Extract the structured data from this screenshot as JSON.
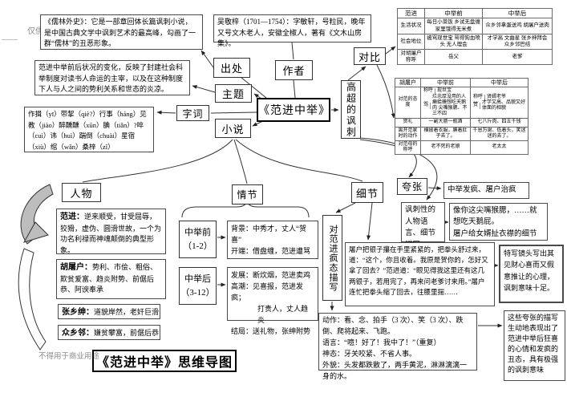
{
  "watermarks": {
    "top": "仅供个人参考",
    "dash": "——",
    "bottom": "不得用于商业用途"
  },
  "central_label": "《范进中举》",
  "title_label": "《范进中举》思维导图",
  "nodes": {
    "chuchu": "出处",
    "zuozhe": "作者",
    "zhuti": "主题",
    "zici": "字词",
    "xiaoshuo": "小说",
    "duibi": "对比",
    "fengci": "高超的讽刺",
    "renwu": "人物",
    "qingjie": "情节",
    "xijie": "细节",
    "kuazhang": "夸张",
    "fengtai": "对范进疯态描写",
    "satire_desc": "讽刺性的人物语言、细节描写"
  },
  "intro": {
    "rulin": "《儒林外史》：它是一部章回体长篇讽刺小说，是中国古典文学中讽刺艺术的最高峰，勾画了一群“儒林”的丑恶形象。",
    "theme": "范进中举前后状况的变化，反映了封建社会科举制度对读书人命运的主宰，以及在这种制度下人与人之间的势利关系和世态的炎凉。",
    "author": "吴敬梓（1701—1754）：字敏轩，号粒民，晚年又号文木老人，安徽全椒人，著有《文木山房集》。",
    "words": "作揖（yī）带挈（qiè?）行事（háng）见教（jiào）醉醺醺（xūn）腆（tiǎn）?啐（cuì）讳（huì）踹倒（chuài）星宿（xiù）绾（wǎn）桑梓（zǐ）"
  },
  "characters": [
    {
      "name": "范进：",
      "desc": "逆来顺受，甘受屈辱，狡猾，虚伪、圆滑世故，一个为功名利禄而神魂颠倒的典型形象。"
    },
    {
      "name": "胡屠户：",
      "desc": "势利、市侩、粗俗、欺贫爱富、趋炎附势、前倨后恭、阿谀奉承"
    },
    {
      "name": "张乡绅：",
      "desc": "道貌岸然，老奸巨滑"
    },
    {
      "name": "众乡邻：",
      "desc": "嫌贫攀富，前倨后恭"
    }
  ],
  "plot": {
    "before_label": "中举前",
    "before_range": "（1-2）",
    "before_lines": [
      "背景：中秀才，丈人“贺喜”",
      "开端：借盘缠，范进遭骂"
    ],
    "after_label": "中举后",
    "after_range": "（3-12）",
    "after_lines": [
      "发展：断炊烟，范进卖鸡",
      "高潮：见喜报，范进发疯；",
      "打贵人，丈人趋炎",
      "结局：送礼物，张绅附势"
    ]
  },
  "table_fanjin": {
    "headers": [
      "范进",
      "中举前",
      "中举后"
    ],
    "rows": [
      {
        "label": "生活状况",
        "before": "每日小菜饭 乡试无盘缠 家里饿得无米煮",
        "after": "众乡邻拿蛋送鸡 胡屠户送肉"
      },
      {
        "label": "社会地位",
        "before": "被骂现世宝 骂得狗血喷头 无人理会",
        "after": "才学高 文曲星 张乡绅拜会 众乡邻巴结"
      },
      {
        "label": "对胡屠户称呼",
        "before": "岳父",
        "after": "老爹"
      }
    ]
  },
  "table_hutuhu": {
    "headers": [
      "胡屠户",
      "中举前",
      "中举后"
    ],
    "attitude": {
      "label": "对范的态度",
      "before_call_label": "称呼",
      "before_call": "现世宝",
      "before_verb": "骂",
      "before_text": "烂忠厚没用的人 癞蛤蟆想吃天鹅肉 尖嘴猴腮、不三不四",
      "after_call_label": "称呼",
      "after_call": "贤婿老爷",
      "after_verb": "赞",
      "after_text": "才学又高、品貌又好 体面的相貌"
    },
    "rows": [
      {
        "label": "贺礼",
        "before": "一副大肠一瓶酒",
        "after": "七八斤肉、四五千钱"
      },
      {
        "label": "离开范家时的动作",
        "before": "横披着衣服，腆着肚子去了。",
        "after": "千恩万谢、低着头，笑迷迷的去了。"
      },
      {
        "label": "对范母的称呼",
        "before": "老不死的老娘",
        "after": "老太太"
      }
    ]
  },
  "satire": {
    "exaggeration_result": "中举发疯、屠户治疯",
    "example_line1": "像你这尖嘴猴腮，……就想吃天鹅屁。",
    "example_line2": "屠户给女婿扯衣襟的细节"
  },
  "details": {
    "madness_lines": [
      "动作：看、念、拍手（3 次）、笑（3 次）、跌倒、爬将起来、飞跑。",
      "语言：“噫！好了！我中了！”（重复）",
      "神态：牙关咬紧、不省人事。",
      "外貌：头发都跌散了，两手黄泥，淋淋漓漓一身的水。"
    ],
    "butcher_quote": "屠户把银子攥在手里紧紧的，把拳头舒过来，道：“这个，你且收着。我原是贺你的，怎好又拿了回去？”范进道：“眼见得我这里还有这几两银子，若用完了，再来问老爹讨来用。”屠户连忙把拳头缩了回去，往腰里揣……",
    "closeup_note": "特写镜头写出其见财心喜而又假意推让的心理，讽刺意味十足。",
    "exaggeration_note": "这些夸张的描写生动地表现出了范进中举后狂喜的心情和发疯的丑态，具有极强的讽刺意味"
  }
}
